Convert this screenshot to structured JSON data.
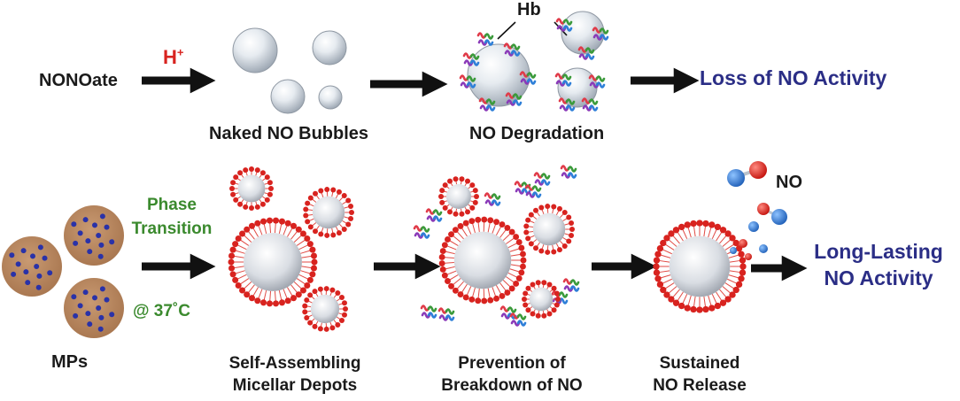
{
  "row1": {
    "start": "NONOate",
    "trigger": "H+",
    "bubbles_label": "Naked NO Bubbles",
    "hb_label": "Hb",
    "degradation_label": "NO Degradation",
    "result": "Loss of NO Activity"
  },
  "row2": {
    "start": "MPs",
    "condition_line1": "Phase",
    "condition_line2": "Transition",
    "temperature": "@ 37˚C",
    "step1_line1": "Self-Assembling",
    "step1_line2": "Micellar Depots",
    "step2_line1": "Prevention of",
    "step2_line2": "Breakdown of NO",
    "step3_line1": "Sustained",
    "step3_line2": "NO Release",
    "no_label": "NO",
    "result_line1": "Long-Lasting",
    "result_line2": "NO Activity"
  },
  "icons": [
    "bubble-icon",
    "micelle-icon",
    "hemoglobin-icon",
    "microparticle-icon",
    "no-molecule-icon",
    "arrow-icon"
  ],
  "colors": {
    "arrow": "#111111",
    "result_text": "#2b2e86",
    "trigger_text": "#d8231f",
    "condition_text": "#3b8a2e",
    "micelle_head": "#d8231f",
    "micelle_core": "#c9cdd6",
    "microparticle": "#b5835a",
    "microparticle_dot": "#2a32a8",
    "no_oxygen": "#d8231f",
    "no_nitrogen": "#2e6fc8"
  }
}
